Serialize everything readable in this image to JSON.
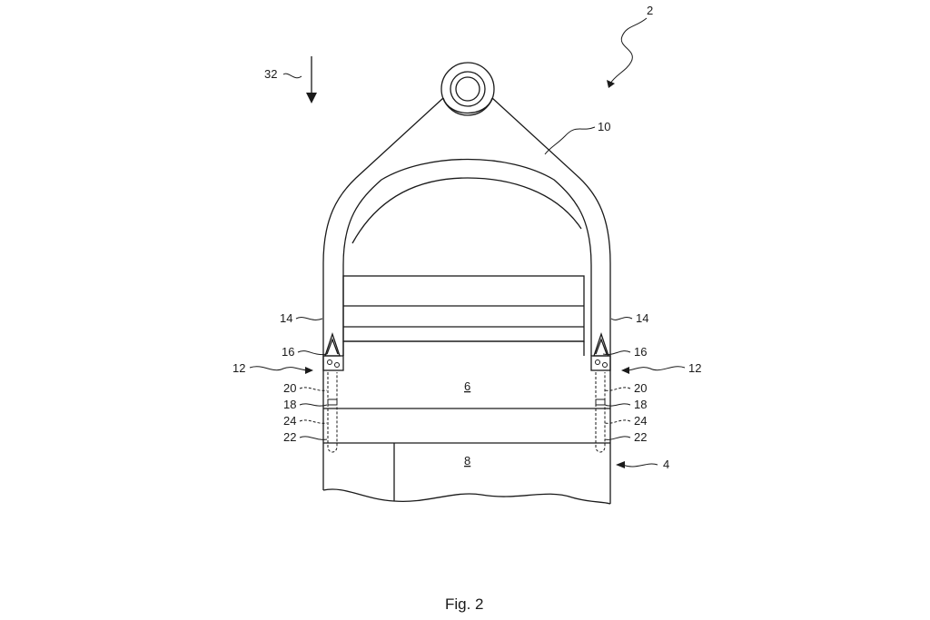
{
  "figure": {
    "caption": "Fig. 2",
    "labels": {
      "ref_2": "2",
      "ref_32": "32",
      "ref_10": "10",
      "ref_14_left": "14",
      "ref_14_right": "14",
      "ref_16_left": "16",
      "ref_16_right": "16",
      "ref_12_left": "12",
      "ref_12_right": "12",
      "ref_20_left": "20",
      "ref_20_right": "20",
      "ref_18_left": "18",
      "ref_18_right": "18",
      "ref_24_left": "24",
      "ref_24_right": "24",
      "ref_22_left": "22",
      "ref_22_right": "22",
      "ref_6": "6",
      "ref_8": "8",
      "ref_4": "4"
    }
  }
}
